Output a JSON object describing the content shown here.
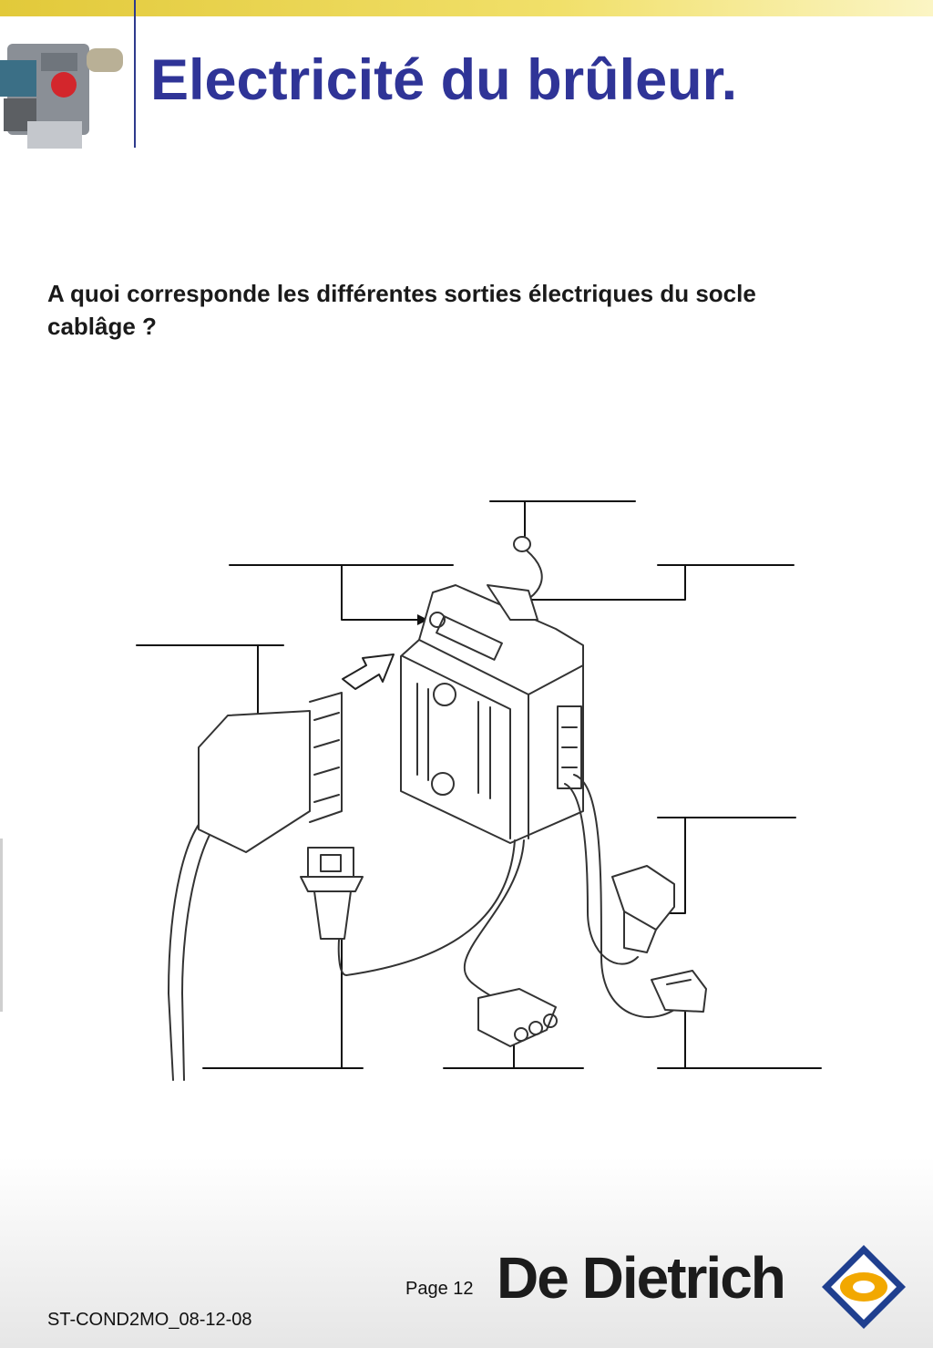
{
  "slide": {
    "title": "Electricité du brûleur.",
    "question": "A quoi corresponde les différentes sorties électriques du socle cablâge ?"
  },
  "footer": {
    "document_id": "ST-COND2MO_08-12-08",
    "page": "Page 12",
    "brand": "De Dietrich"
  },
  "icons": {
    "header_photo": "burner-photo-icon",
    "brand_logo": "de-dietrich-diamond-logo-icon"
  },
  "colors": {
    "title": "#2f3497",
    "top_bar": "#e2c93a",
    "logo_blue": "#1f3f8f",
    "logo_orange": "#f2a800"
  }
}
